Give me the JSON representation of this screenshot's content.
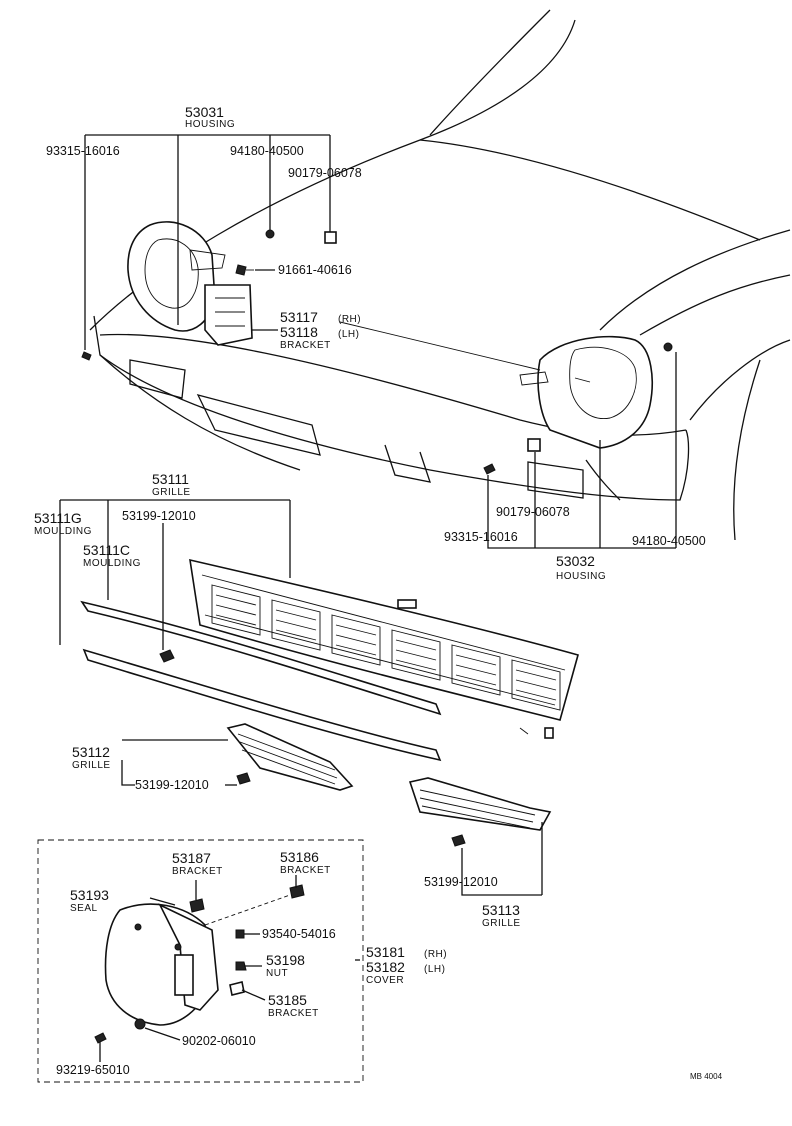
{
  "diagram_code": "MB 4004",
  "parts": {
    "p53031": {
      "num": "53031",
      "name": "HOUSING"
    },
    "p93315a": {
      "num": "93315-16016"
    },
    "p94180a": {
      "num": "94180-40500"
    },
    "p90179a": {
      "num": "90179-06078"
    },
    "p91661": {
      "num": "91661-40616"
    },
    "p53117": {
      "num": "53117",
      "side": "(RH)"
    },
    "p53118": {
      "num": "53118",
      "side": "(LH)",
      "name": "BRACKET"
    },
    "p53111": {
      "num": "53111",
      "name": "GRILLE"
    },
    "p53111g": {
      "num": "53111G",
      "name": "MOULDING"
    },
    "p53199a": {
      "num": "53199-12010"
    },
    "p53111c": {
      "num": "53111C",
      "name": "MOULDING"
    },
    "p90179b": {
      "num": "90179-06078"
    },
    "p93315b": {
      "num": "93315-16016"
    },
    "p94180b": {
      "num": "94180-40500"
    },
    "p53032": {
      "num": "53032",
      "name": "HOUSING"
    },
    "p53112": {
      "num": "53112",
      "name": "GRILLE"
    },
    "p53199b": {
      "num": "53199-12010"
    },
    "p53199c": {
      "num": "53199-12010"
    },
    "p53113": {
      "num": "53113",
      "name": "GRILLE"
    },
    "p53187": {
      "num": "53187",
      "name": "BRACKET"
    },
    "p53186": {
      "num": "53186",
      "name": "BRACKET"
    },
    "p53193": {
      "num": "53193",
      "name": "SEAL"
    },
    "p93540": {
      "num": "93540-54016"
    },
    "p53198": {
      "num": "53198",
      "name": "NUT"
    },
    "p53185": {
      "num": "53185",
      "name": "BRACKET"
    },
    "p53181": {
      "num": "53181",
      "side": "(RH)"
    },
    "p53182": {
      "num": "53182",
      "side": "(LH)",
      "name": "COVER"
    },
    "p90202": {
      "num": "90202-06010"
    },
    "p93219": {
      "num": "93219-65010"
    }
  }
}
